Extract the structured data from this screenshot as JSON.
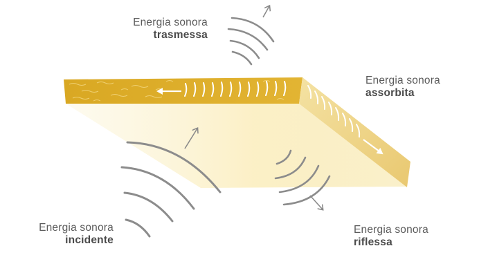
{
  "labels": {
    "transmitted": {
      "line1": "Energia sonora",
      "line2": "trasmessa"
    },
    "absorbed": {
      "line1": "Energia sonora",
      "line2": "assorbita"
    },
    "incident": {
      "line1": "Energia sonora",
      "line2": "incidente"
    },
    "reflected": {
      "line1": "Energia sonora",
      "line2": "riflessa"
    }
  },
  "colors": {
    "panel_top": "#d8a92a",
    "panel_side": "#f0d98a",
    "shadow": "#fbf1c8",
    "waves": "#8a8a8a",
    "fibers": "#ffffff"
  }
}
